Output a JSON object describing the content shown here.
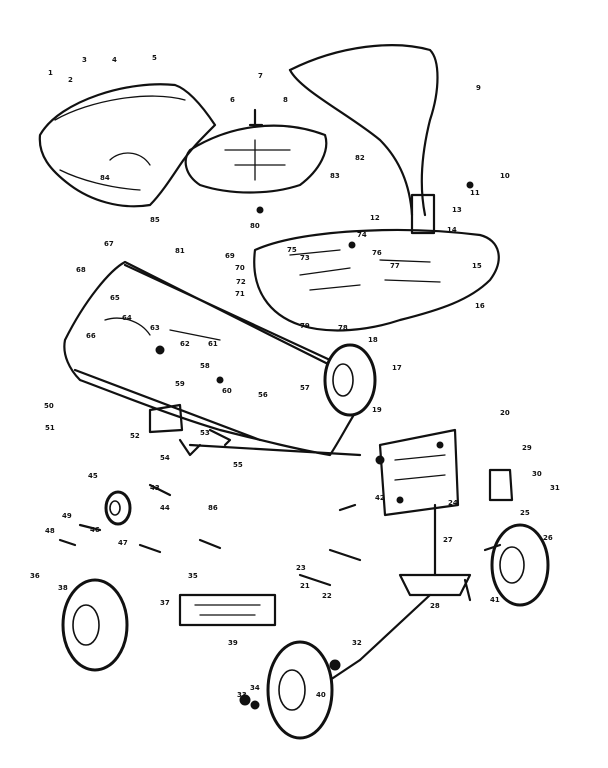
{
  "callouts": [
    "1",
    "2",
    "3",
    "4",
    "5",
    "6",
    "7",
    "8",
    "9",
    "10",
    "11",
    "12",
    "13",
    "14",
    "15",
    "16",
    "17",
    "18",
    "19",
    "20",
    "21",
    "22",
    "23",
    "24",
    "25",
    "26",
    "27",
    "28",
    "29",
    "30",
    "31",
    "32",
    "33",
    "34",
    "35",
    "36",
    "37",
    "38",
    "39",
    "40",
    "41",
    "42",
    "43",
    "44",
    "45",
    "46",
    "47",
    "48",
    "49",
    "50",
    "51",
    "52",
    "53",
    "54",
    "55",
    "56",
    "57",
    "58",
    "59",
    "60",
    "61",
    "62",
    "63",
    "64",
    "65",
    "66",
    "67",
    "68",
    "69",
    "70",
    "71",
    "72",
    "73",
    "74",
    "75",
    "76",
    "77",
    "78",
    "79",
    "80",
    "81",
    "82",
    "83",
    "84",
    "85",
    "86"
  ]
}
